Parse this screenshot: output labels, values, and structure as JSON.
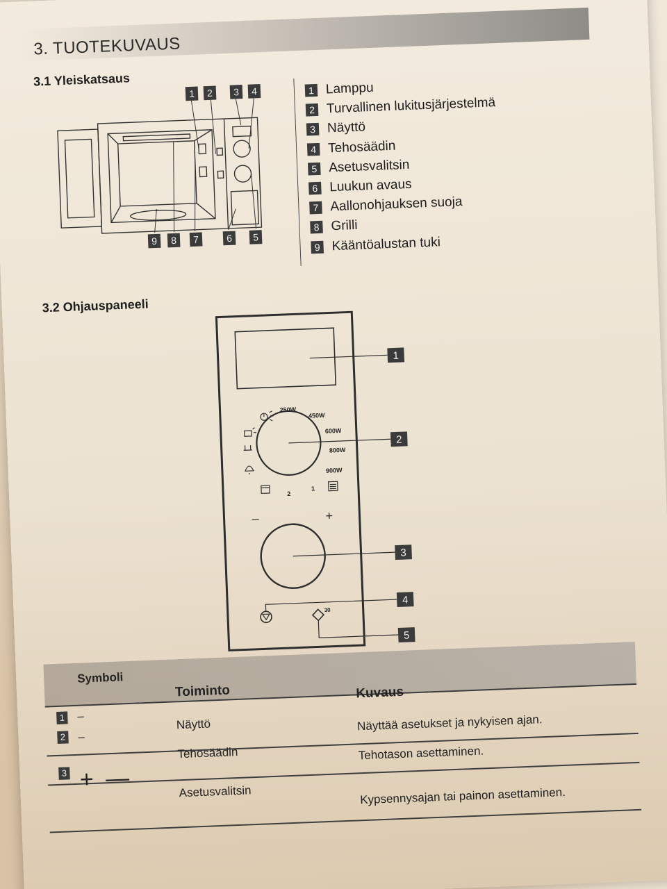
{
  "chapter_title": "3. TUOTEKUVAUS",
  "section1_title": "3.1 Yleiskatsaus",
  "section2_title": "3.2 Ohjauspaneeli",
  "overview_legend": [
    {
      "num": "1",
      "label": "Lamppu"
    },
    {
      "num": "2",
      "label": "Turvallinen lukitusjärjestelmä"
    },
    {
      "num": "3",
      "label": "Näyttö"
    },
    {
      "num": "4",
      "label": "Tehosäädin"
    },
    {
      "num": "5",
      "label": "Asetusvalitsin"
    },
    {
      "num": "6",
      "label": "Luukun avaus"
    },
    {
      "num": "7",
      "label": "Aallonohjauksen suoja"
    },
    {
      "num": "8",
      "label": "Grilli"
    },
    {
      "num": "9",
      "label": "Kääntöalustan tuki"
    }
  ],
  "overview_callouts_top": [
    "1",
    "2",
    "3",
    "4"
  ],
  "overview_callouts_bottom": [
    "9",
    "8",
    "7",
    "6",
    "5"
  ],
  "panel": {
    "callouts": [
      "1",
      "2",
      "3",
      "4",
      "5"
    ],
    "power_levels": [
      "250W",
      "450W",
      "600W",
      "800W",
      "900W"
    ],
    "dial_marks": [
      "2",
      "1"
    ],
    "minus": "–",
    "plus": "+",
    "start_label": "30"
  },
  "table": {
    "headers": {
      "symbol": "Symboli",
      "function": "Toiminto",
      "description": "Kuvaus"
    },
    "rows": [
      {
        "num": "1",
        "symbol": "–",
        "function": "Näyttö",
        "description": "Näyttää asetukset ja nykyisen ajan."
      },
      {
        "num": "2",
        "symbol": "–",
        "function": "Tehosäädin",
        "description": "Tehotason asettaminen."
      },
      {
        "num": "3",
        "symbol": "+ —",
        "function": "Asetusvalitsin",
        "description": "Kypsennysajan tai painon asettaminen."
      }
    ]
  },
  "colors": {
    "ink": "#1d1d1d",
    "badge": "#3b3b3b",
    "header_band": "#8f8c88",
    "paper": "#f1e8da"
  }
}
